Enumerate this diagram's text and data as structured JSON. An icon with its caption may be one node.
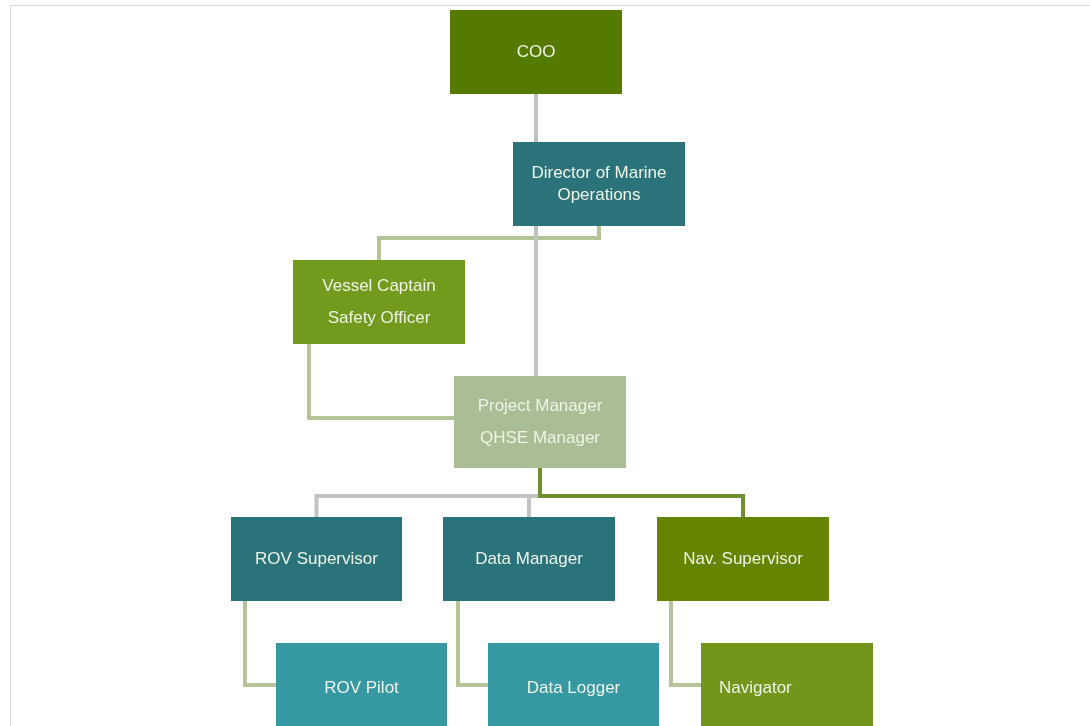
{
  "diagram": {
    "nodes": [
      {
        "text": [
          "COO"
        ]
      },
      {
        "text": [
          "Director of Marine Operations"
        ]
      },
      {
        "text": [
          "Vessel Captain",
          "Safety Officer"
        ]
      },
      {
        "text": [
          "Project Manager",
          "QHSE Manager"
        ]
      },
      {
        "text": [
          "ROV Supervisor"
        ]
      },
      {
        "text": [
          "Data Manager"
        ]
      },
      {
        "text": [
          "Nav. Supervisor"
        ]
      },
      {
        "text": [
          "ROV Pilot"
        ]
      },
      {
        "text": [
          "Data Logger"
        ]
      },
      {
        "text": [
          "Navigator"
        ]
      }
    ],
    "edges": [
      {
        "from": 0,
        "to": 1,
        "arrow": "none",
        "color": "#c3c3c3"
      },
      {
        "from": 1,
        "to": 2,
        "arrow": "none"
      },
      {
        "from": 1,
        "to": 3,
        "arrow": "none",
        "color": "#c3c3c3"
      },
      {
        "from": 2,
        "to": 3,
        "arrow": "none"
      },
      {
        "from": 3,
        "to": 4,
        "arrow": "none",
        "color": "#c3c3c3"
      },
      {
        "from": 3,
        "to": 5,
        "arrow": "none",
        "color": "#c3c3c3"
      },
      {
        "from": 3,
        "to": 6,
        "arrow": "none",
        "color": "#6f9030"
      },
      {
        "from": 4,
        "to": 7,
        "arrow": "none"
      },
      {
        "from": 5,
        "to": 8,
        "arrow": "none"
      },
      {
        "from": 6,
        "to": 9,
        "arrow": "none"
      }
    ]
  }
}
